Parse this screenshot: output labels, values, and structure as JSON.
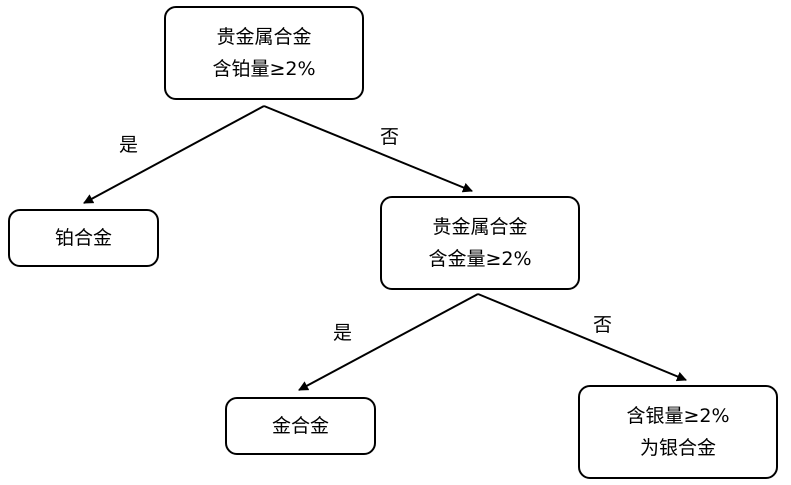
{
  "nodes": {
    "root": {
      "line1": "贵金属合金",
      "line2": "含铂量≥2%"
    },
    "platinum_alloy": {
      "label": "铂合金"
    },
    "gold_question": {
      "line1": "贵金属合金",
      "line2": "含金量≥2%"
    },
    "gold_alloy": {
      "label": "金合金"
    },
    "silver_alloy": {
      "line1": "含银量≥2%",
      "line2": "为银合金"
    }
  },
  "edges": {
    "root_yes": "是",
    "root_no": "否",
    "gold_yes": "是",
    "gold_no": "否"
  },
  "colors": {
    "line": "#000000",
    "border": "#000000",
    "background": "#ffffff"
  }
}
